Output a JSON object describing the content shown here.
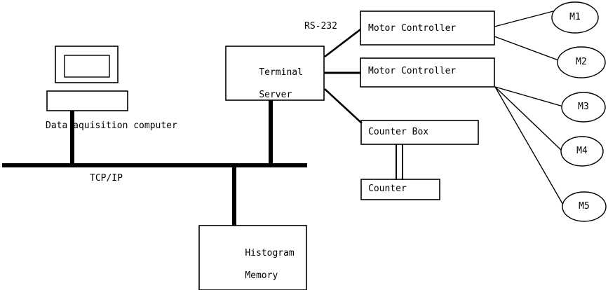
{
  "diagram": {
    "title": "Data acquisition system block diagram",
    "stroke_color": "#000000",
    "background_color": "#ffffff",
    "bus": {
      "name": "TCP/IP",
      "label": "TCP/IP"
    },
    "nodes": {
      "terminal_server": {
        "label_line1": "Terminal",
        "label_line2": "Server"
      },
      "motor_controller_1": {
        "label": "Motor Controller"
      },
      "motor_controller_2": {
        "label": "Motor Controller"
      },
      "counter_box": {
        "label": "Counter Box"
      },
      "counter": {
        "label": "Counter"
      },
      "histogram_memory": {
        "label_line1": "Histogram",
        "label_line2": "Memory"
      },
      "daq_computer": {
        "label": "Data aquisition computer"
      }
    },
    "motors": [
      {
        "id": "m1",
        "label": "M1"
      },
      {
        "id": "m2",
        "label": "M2"
      },
      {
        "id": "m3",
        "label": "M3"
      },
      {
        "id": "m4",
        "label": "M4"
      },
      {
        "id": "m5",
        "label": "M5"
      }
    ],
    "links": [
      {
        "id": "rs232",
        "label": "RS-232",
        "from": "terminal_server",
        "to": "motor_controller_1"
      },
      {
        "id": "ts-mc2",
        "label": "",
        "from": "terminal_server",
        "to": "motor_controller_2"
      },
      {
        "id": "ts-counterbox",
        "label": "",
        "from": "terminal_server",
        "to": "counter_box"
      },
      {
        "id": "mc1-m1",
        "label": "",
        "from": "motor_controller_1",
        "to": "m1"
      },
      {
        "id": "mc1-m2",
        "label": "",
        "from": "motor_controller_1",
        "to": "m2"
      },
      {
        "id": "mc2-m3",
        "label": "",
        "from": "motor_controller_2",
        "to": "m3"
      },
      {
        "id": "mc2-m4",
        "label": "",
        "from": "motor_controller_2",
        "to": "m4"
      },
      {
        "id": "mc2-m5",
        "label": "",
        "from": "motor_controller_2",
        "to": "m5"
      },
      {
        "id": "counterbox-counter",
        "label": "",
        "from": "counter_box",
        "to": "counter"
      },
      {
        "id": "daq-bus",
        "label": "",
        "from": "daq_computer",
        "to": "bus"
      },
      {
        "id": "ts-bus",
        "label": "",
        "from": "terminal_server",
        "to": "bus"
      },
      {
        "id": "histmem-bus",
        "label": "",
        "from": "histogram_memory",
        "to": "bus"
      }
    ]
  }
}
